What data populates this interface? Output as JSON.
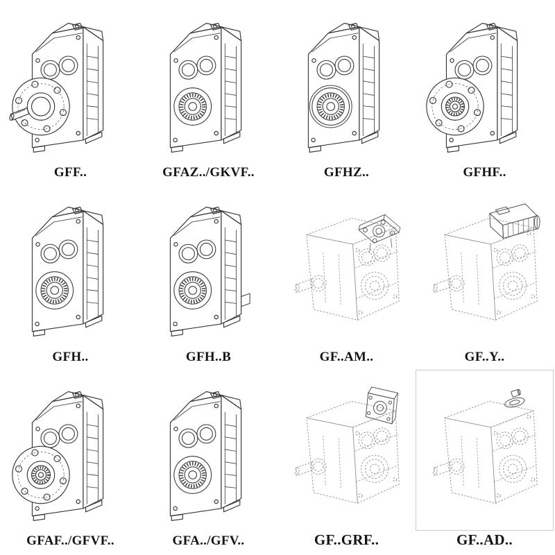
{
  "page": {
    "background": "#ffffff",
    "solid_line_color": "#383838",
    "dashed_line_color": "#949494"
  },
  "models": [
    {
      "label": "GFF..",
      "drawing": "gearbox-flange-solid-shaft"
    },
    {
      "label": "GFAZ../GKVF..",
      "drawing": "gearbox-hollow-shaft"
    },
    {
      "label": "GFHZ..",
      "drawing": "gearbox-hollow-shaft-shrink-disc"
    },
    {
      "label": "GFHF..",
      "drawing": "gearbox-flange-hollow-shaft"
    },
    {
      "label": "GFH..",
      "drawing": "gearbox-hollow-shaft"
    },
    {
      "label": "GFH..B",
      "drawing": "gearbox-hollow-shaft-backstop"
    },
    {
      "label": "GF..AM..",
      "drawing": "gearbox-iec-adapter-rear"
    },
    {
      "label": "GF..Y..",
      "drawing": "gearbox-motor-mounted-rear"
    },
    {
      "label": "GFAF../GFVF..",
      "drawing": "gearbox-flange-mounted"
    },
    {
      "label": "GFA../GFV..",
      "drawing": "gearbox-foot-mounted"
    },
    {
      "label": "GF..GRF..",
      "drawing": "gearbox-grf-adapter-rear"
    },
    {
      "label": "GF..AD..",
      "drawing": "gearbox-input-shaft-adapter-rear"
    }
  ]
}
